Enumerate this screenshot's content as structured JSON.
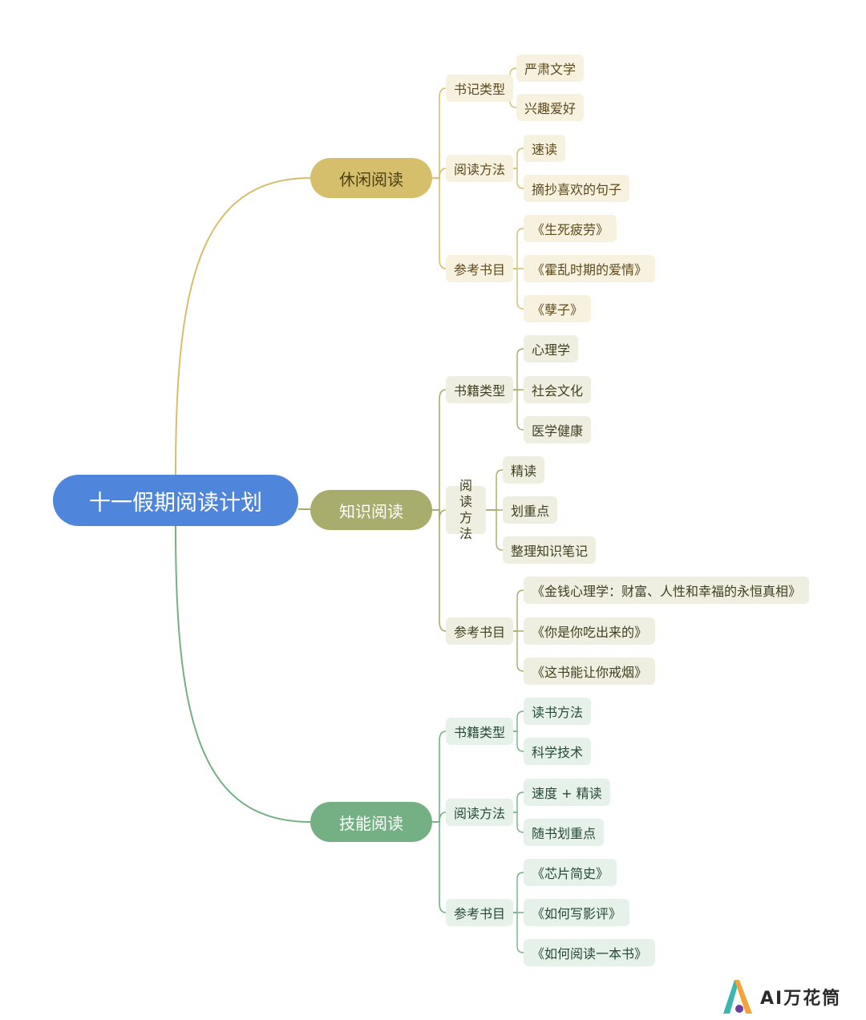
{
  "root": {
    "label": "十一假期阅读计划",
    "color": "#4f86dc"
  },
  "branches": [
    {
      "label": "休闲阅读",
      "color": "#d6bf6c",
      "groups": [
        {
          "label": "书记类型",
          "items": [
            "严肃文学",
            "兴趣爱好"
          ]
        },
        {
          "label": "阅读方法",
          "items": [
            "速读",
            "摘抄喜欢的句子"
          ]
        },
        {
          "label": "参考书目",
          "items": [
            "《生死疲劳》",
            "《霍乱时期的爱情》",
            "《孽子》"
          ]
        }
      ]
    },
    {
      "label": "知识阅读",
      "color": "#a8ac6d",
      "groups": [
        {
          "label": "书籍类型",
          "items": [
            "心理学",
            "社会文化",
            "医学健康"
          ]
        },
        {
          "label": "阅读方法",
          "items": [
            "精读",
            "划重点",
            "整理知识笔记"
          ]
        },
        {
          "label": "参考书目",
          "items": [
            "《金钱心理学：财富、人性和幸福的永恒真相》",
            "《你是你吃出来的》",
            "《这书能让你戒烟》"
          ]
        }
      ]
    },
    {
      "label": "技能阅读",
      "color": "#75b085",
      "groups": [
        {
          "label": "书籍类型",
          "items": [
            "读书方法",
            "科学技术"
          ]
        },
        {
          "label": "阅读方法",
          "items": [
            "速度 + 精读",
            "随书划重点"
          ]
        },
        {
          "label": "参考书目",
          "items": [
            "《芯片简史》",
            "《如何写影评》",
            "《如何阅读一本书》"
          ]
        }
      ]
    }
  ],
  "logo": {
    "text": "AI万花筒"
  }
}
